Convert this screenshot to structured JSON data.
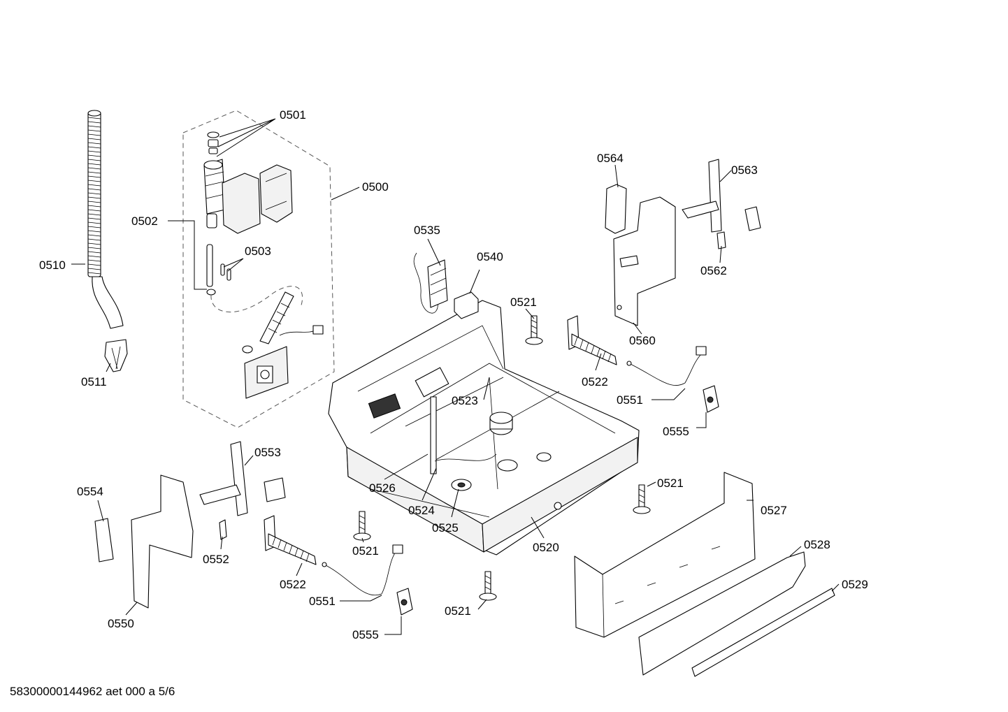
{
  "diagram": {
    "parts": [
      {
        "key": "p0500",
        "label": "0500"
      },
      {
        "key": "p0501",
        "label": "0501"
      },
      {
        "key": "p0502",
        "label": "0502"
      },
      {
        "key": "p0503",
        "label": "0503"
      },
      {
        "key": "p0510",
        "label": "0510"
      },
      {
        "key": "p0511",
        "label": "0511"
      },
      {
        "key": "p0520",
        "label": "0520"
      },
      {
        "key": "p0521a",
        "label": "0521"
      },
      {
        "key": "p0521b",
        "label": "0521"
      },
      {
        "key": "p0521c",
        "label": "0521"
      },
      {
        "key": "p0521d",
        "label": "0521"
      },
      {
        "key": "p0522a",
        "label": "0522"
      },
      {
        "key": "p0522b",
        "label": "0522"
      },
      {
        "key": "p0523",
        "label": "0523"
      },
      {
        "key": "p0524",
        "label": "0524"
      },
      {
        "key": "p0525",
        "label": "0525"
      },
      {
        "key": "p0526",
        "label": "0526"
      },
      {
        "key": "p0527",
        "label": "0527"
      },
      {
        "key": "p0528",
        "label": "0528"
      },
      {
        "key": "p0529",
        "label": "0529"
      },
      {
        "key": "p0535",
        "label": "0535"
      },
      {
        "key": "p0540",
        "label": "0540"
      },
      {
        "key": "p0550",
        "label": "0550"
      },
      {
        "key": "p0551a",
        "label": "0551"
      },
      {
        "key": "p0551b",
        "label": "0551"
      },
      {
        "key": "p0552",
        "label": "0552"
      },
      {
        "key": "p0553",
        "label": "0553"
      },
      {
        "key": "p0554",
        "label": "0554"
      },
      {
        "key": "p0555a",
        "label": "0555"
      },
      {
        "key": "p0555b",
        "label": "0555"
      },
      {
        "key": "p0560",
        "label": "0560"
      },
      {
        "key": "p0562",
        "label": "0562"
      },
      {
        "key": "p0563",
        "label": "0563"
      },
      {
        "key": "p0564",
        "label": "0564"
      }
    ]
  },
  "footer": {
    "code": "58300000144962 aet 000 a 5/6"
  }
}
